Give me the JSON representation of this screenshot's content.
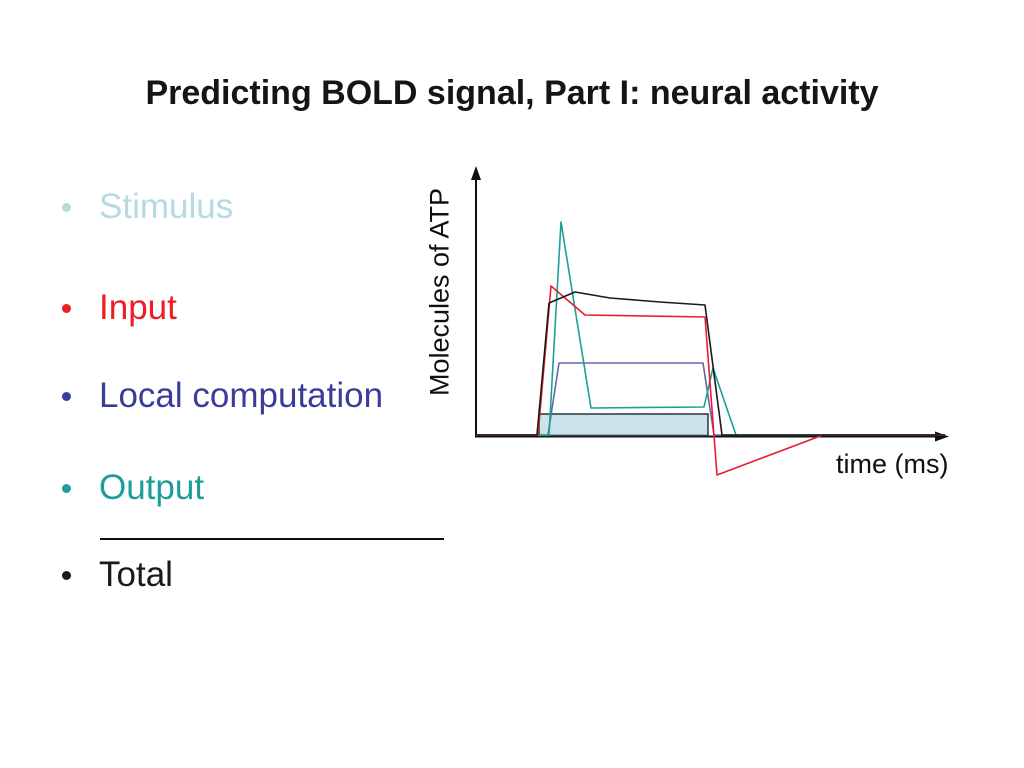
{
  "slide": {
    "title": "Predicting BOLD signal, Part I: neural activity",
    "bullets": [
      {
        "label": "Stimulus",
        "color": "#b7d9e0"
      },
      {
        "label": "Input",
        "color": "#ee1c25"
      },
      {
        "label": "Local computation",
        "color": "#3b3b99"
      },
      {
        "label": "Output",
        "color": "#1e9e9a"
      },
      {
        "label": "Total",
        "color": "#1a1a1a"
      }
    ]
  },
  "chart_data": {
    "type": "line",
    "title": "",
    "xlabel": "time (ms)",
    "ylabel": "Molecules of ATP",
    "axes": {
      "ticks": "none",
      "units": "arbitrary (axes unlabeled)",
      "grid": false,
      "legend": "none (bullet list colors identify series)"
    },
    "stimulus_box": {
      "name": "Stimulus",
      "x": [
        63,
        232
      ],
      "height": 21,
      "fill": "#c9e3e9",
      "stroke": "#31404e"
    },
    "series": [
      {
        "name": "Local computation",
        "color": "#6466ad",
        "points": [
          [
            0,
            0
          ],
          [
            72,
            0
          ],
          [
            83,
            72
          ],
          [
            227,
            72
          ],
          [
            238,
            0
          ],
          [
            469,
            0
          ]
        ]
      },
      {
        "name": "Output",
        "color": "#1aa096",
        "points": [
          [
            0,
            0
          ],
          [
            73,
            0
          ],
          [
            85,
            213
          ],
          [
            115,
            27
          ],
          [
            228,
            28
          ],
          [
            237,
            67
          ],
          [
            260,
            0
          ],
          [
            469,
            0
          ]
        ]
      },
      {
        "name": "Input",
        "color": "#ec1c2c",
        "points": [
          [
            0,
            0
          ],
          [
            62,
            0
          ],
          [
            75,
            149
          ],
          [
            109,
            120
          ],
          [
            229,
            118
          ],
          [
            241,
            -40
          ],
          [
            347,
            0
          ],
          [
            469,
            0
          ]
        ]
      },
      {
        "name": "Total",
        "color": "#1a1a1a",
        "points": [
          [
            0,
            0
          ],
          [
            61,
            0
          ],
          [
            73,
            132
          ],
          [
            99,
            143
          ],
          [
            134,
            137
          ],
          [
            184,
            133
          ],
          [
            229,
            130
          ],
          [
            246,
            0
          ],
          [
            469,
            0
          ]
        ]
      }
    ]
  }
}
